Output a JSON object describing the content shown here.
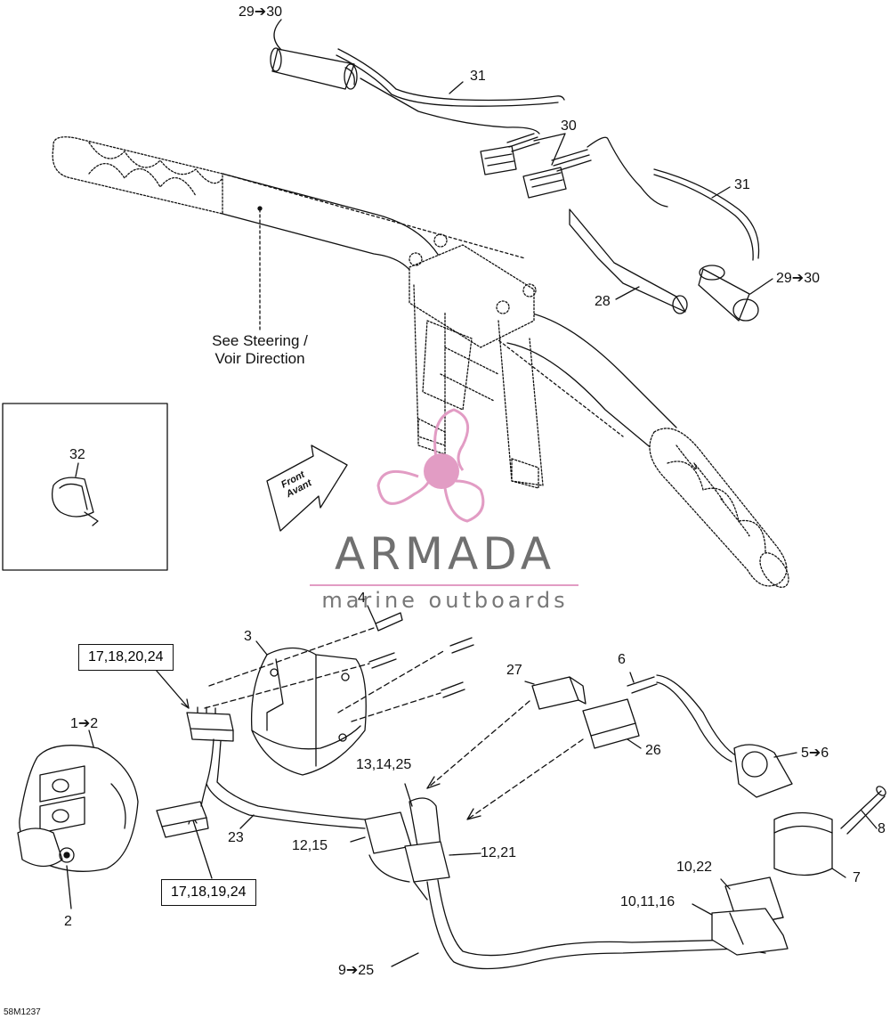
{
  "labels": {
    "l29_30_top": "29➔30",
    "l31_top": "31",
    "l30": "30",
    "l31_right": "31",
    "l29_30_right": "29➔30",
    "l28": "28",
    "l32": "32",
    "l4": "4",
    "l3": "3",
    "l27": "27",
    "l6": "6",
    "l1_2": "1➔2",
    "l13_14_25": "13,14,25",
    "l26": "26",
    "l5_6": "5➔6",
    "l8": "8",
    "l23": "23",
    "l12_15": "12,15",
    "l12_21": "12,21",
    "l7": "7",
    "l10_22": "10,22",
    "l10_11_16": "10,11,16",
    "l2": "2",
    "l9_25": "9➔25"
  },
  "boxes": {
    "b_17_18_20_24": "17,18,20,24",
    "b_17_18_19_24": "17,18,19,24"
  },
  "note": {
    "line1": "See Steering /",
    "line2": "Voir Direction"
  },
  "front_arrow": {
    "line1": "Front",
    "line2": "Avant"
  },
  "watermark": {
    "name": "ARMADA",
    "tagline": "marine outboards",
    "accent_color": "#e29cc4"
  },
  "drawing_code": "58M1237"
}
